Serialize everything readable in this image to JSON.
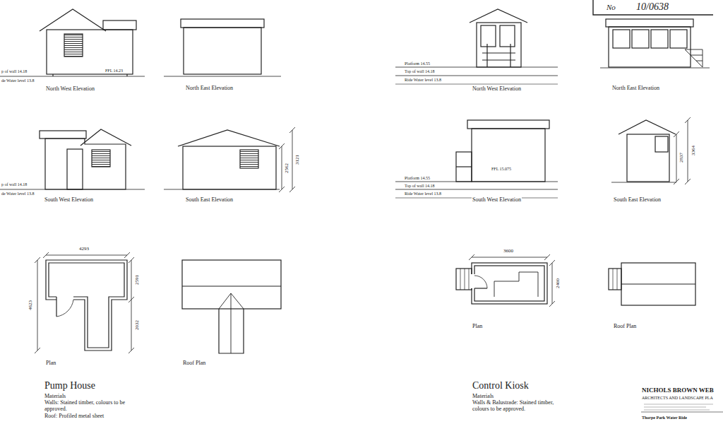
{
  "diagram": {
    "labels": [
      "p of wall 14.18",
      "de Water level 13.8",
      "FFL 14.23",
      "North West Elevation",
      "North East Elevation",
      "p of wall 14.18",
      "de Water level 13.8",
      "South West Elevation",
      "South East Elevation",
      "2562",
      "3121",
      "4293",
      "4623",
      "2591",
      "2032",
      "Plan",
      "Roof Plan",
      "Pump House",
      "Materials",
      "Walls: Stained timber, colours to be approved.",
      "Roof: Profiled metal sheet",
      "No",
      "10/0638",
      "Platform 14.55",
      "Top of wall 14.18",
      "Ride Water level 13.8",
      "North West Elevation",
      "North East Elevation",
      "Platform 14.55",
      "Top of wall 14.18",
      "Ride Water level 13.8",
      "FFL 15.075",
      "South West Elevation",
      "South East Elevation",
      "2837",
      "3364",
      "3600",
      "2400",
      "Plan",
      "Roof Plan",
      "Control Kiosk",
      "Materials",
      "Walls & Balustrade: Stained timber, colours to be approved.",
      "NICHOLS BROWN WEB",
      "ARCHITECTS AND LANDSCAPE PLA",
      "Thorpe Park Water Ride"
    ]
  }
}
